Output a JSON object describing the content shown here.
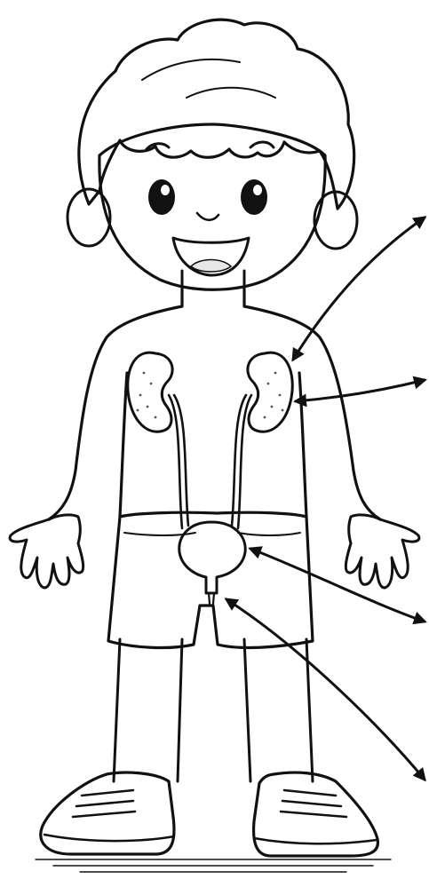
{
  "diagram": {
    "subject": "boy-urinary-system-coloring-page",
    "labels": [],
    "colors": {
      "line": "#111111",
      "background": "#ffffff",
      "organ_fill": "#f4f4f4"
    },
    "pointers": [
      {
        "target": "kidney",
        "id": "pointer-kidney-upper"
      },
      {
        "target": "kidney",
        "id": "pointer-kidney-lower"
      },
      {
        "target": "bladder",
        "id": "pointer-bladder"
      },
      {
        "target": "urethra",
        "id": "pointer-urethra"
      }
    ]
  }
}
